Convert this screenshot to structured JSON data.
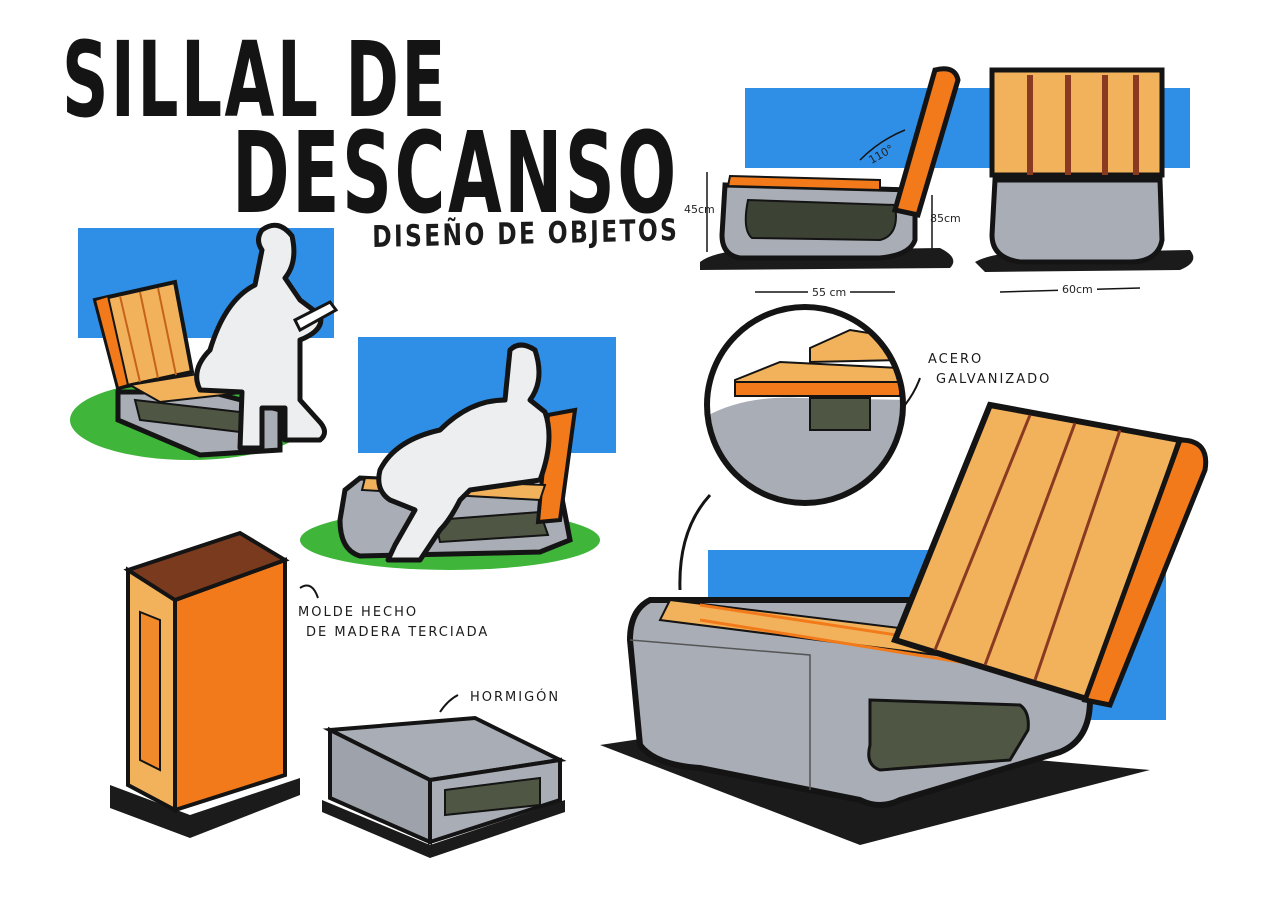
{
  "sheet": {
    "title_line1": "SILLAL DE",
    "title_line2": "DESCANSO",
    "subtitle": "DISEÑO DE OBJETOS"
  },
  "annotations": {
    "material_detail": [
      "ACERO",
      "GALVANIZADO"
    ],
    "mold_note": [
      "MOLDE HECHO",
      "DE MADERA TERCIADA"
    ],
    "concrete_note": "HORMIGÓN"
  },
  "dimensions": {
    "side_angle": "110°",
    "side_height": "45cm",
    "side_back_height": "85cm",
    "side_depth": "55 cm",
    "front_width": "60cm"
  },
  "palette": {
    "sky_blue": "#2f8ee6",
    "wood_light": "#f2b25c",
    "wood_orange": "#f27a1a",
    "concrete_grey": "#a9adb6",
    "cavity_green": "#4f5744",
    "grass_green": "#3fb53a",
    "ink": "#141414"
  },
  "views": [
    {
      "id": "scene-reading",
      "label": "person reading on bench"
    },
    {
      "id": "scene-reclining",
      "label": "person reclining on bench"
    },
    {
      "id": "side-elevation",
      "label": "side view with dimensions"
    },
    {
      "id": "front-elevation",
      "label": "front view with dimensions"
    },
    {
      "id": "detail-circle",
      "label": "joint detail"
    },
    {
      "id": "main-perspective",
      "label": "main perspective render"
    },
    {
      "id": "mold",
      "label": "plywood mold"
    },
    {
      "id": "concrete-base",
      "label": "concrete base"
    }
  ]
}
